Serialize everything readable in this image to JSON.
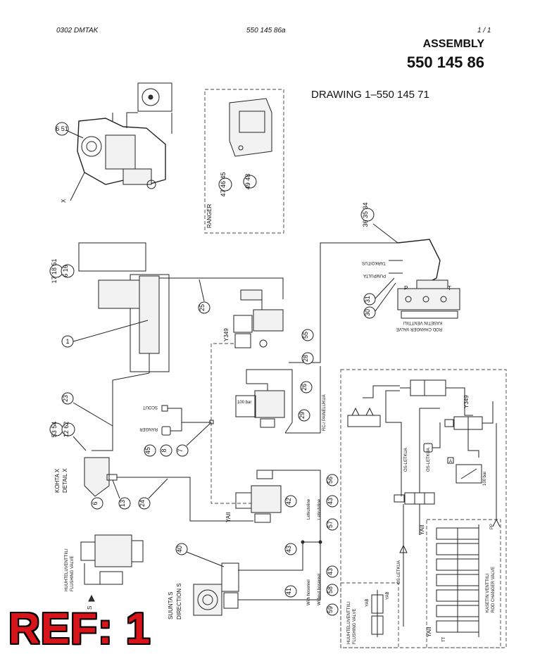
{
  "header": {
    "left": "0302  DMTAK",
    "center": "550 145 86a",
    "page": "1 /   1"
  },
  "title": {
    "assembly_label": "ASSEMBLY",
    "assembly_number": "550 145 86",
    "drawing_ref": "DRAWING 1–550 145 71"
  },
  "ref_badge": "REF: 1",
  "labels": {
    "x_mark": "X",
    "ranger_box": "RANGER",
    "ranger": "RANGER",
    "scout": "SCOUT",
    "tarkoitus": "TARKOITUS",
    "pumpulta": "PUMPULTA",
    "kasetin_fi": "KASETIN VENTTIILI",
    "rod_changer": "ROD CHANGER VALVE",
    "y349": "Y349",
    "y349_b": "Y349",
    "yaii_a": "YAII",
    "yaii_b": "YAII",
    "yaii_c": "YAII",
    "kohta_x": "KOHTA  X",
    "detail_x": "DETAIL  X",
    "rc_paineluku": "RC-/ PAINELUKUA",
    "letkuteline_1": "Letkuteline",
    "letkuteline_2": "Letkuteline",
    "with_hosereel": "With hosereel",
    "without_hosereel": "Without hosereel",
    "huuhtelu_fi": "HUUHTELUVENTTIILI",
    "flushing_en": "FLUSHING VALVE",
    "huuhtelu_fi_b": "HUUHTELUVENTTIILI",
    "flushing_en_b": "FLUSHING VALVE",
    "suunta_s": "SUUNTA  S",
    "direction_s": "DIRECTION  S",
    "s_mark": "S",
    "bar_100": "100 bar",
    "bar_100_b": "100 bar",
    "os_letkua_1": "OS-LETKUA",
    "os_letkua_2": "OS-LETKUA",
    "os_letkua_3": "OS-LETKUA",
    "kasetin_fi_b": "KASETIN VENTTIILI",
    "rod_changer_b": "ROD CHANGER VALVE",
    "yab": "YAB",
    "yab_b": "YAB",
    "p_mark": "P",
    "t_mark": "T",
    "a_mark": "A",
    "pp_mark": "PP",
    "tt_mark": "TT"
  },
  "balloons": {
    "b651": "6 51",
    "b474645": "47 46 45",
    "b4948": "49 48",
    "b363534": "36 35 34",
    "b171851": "17 18 51",
    "b616": "6 16",
    "b1": "1",
    "b25": "25",
    "b31": "31",
    "b30": "30",
    "b55": "55",
    "b28": "28",
    "b26": "26",
    "b29": "29",
    "b23": "23",
    "b5354": "53 54",
    "b1262": "12 62",
    "b45": "45",
    "b8": "8",
    "b7": "7",
    "b6": "6",
    "b13": "13",
    "b24": "24",
    "b56": "56",
    "b42": "42",
    "b43a": "43",
    "b57": "57",
    "b40": "40",
    "b43b": "43",
    "b41": "41",
    "b43c": "43",
    "b58": "58",
    "b59": "59"
  }
}
